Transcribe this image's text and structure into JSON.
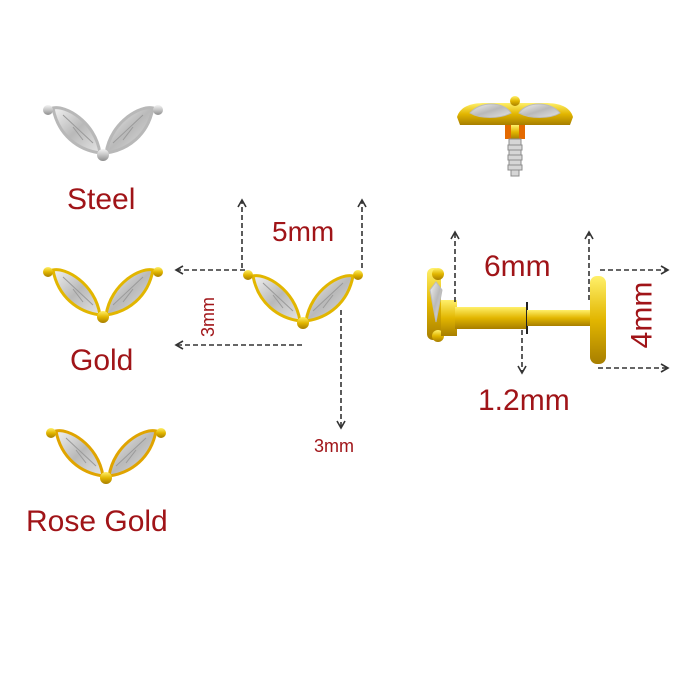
{
  "variants": [
    {
      "label": "Steel",
      "metal": "steel-icon"
    },
    {
      "label": "Gold",
      "metal": "gold-icon"
    },
    {
      "label": "Rose Gold",
      "metal": "rose-gold-icon"
    }
  ],
  "dimensions": {
    "top_width": "5mm",
    "top_height": "3mm",
    "top_depth": "3mm",
    "post_length": "6mm",
    "post_gauge": "1.2mm",
    "disc_diameter": "4mm"
  },
  "colors": {
    "label": "#a01418",
    "arrow": "#333333",
    "steel": "#c9c9c9",
    "gold": "#e2b600",
    "rose_gold": "#e0a400",
    "stone": "#cfcfcf"
  }
}
